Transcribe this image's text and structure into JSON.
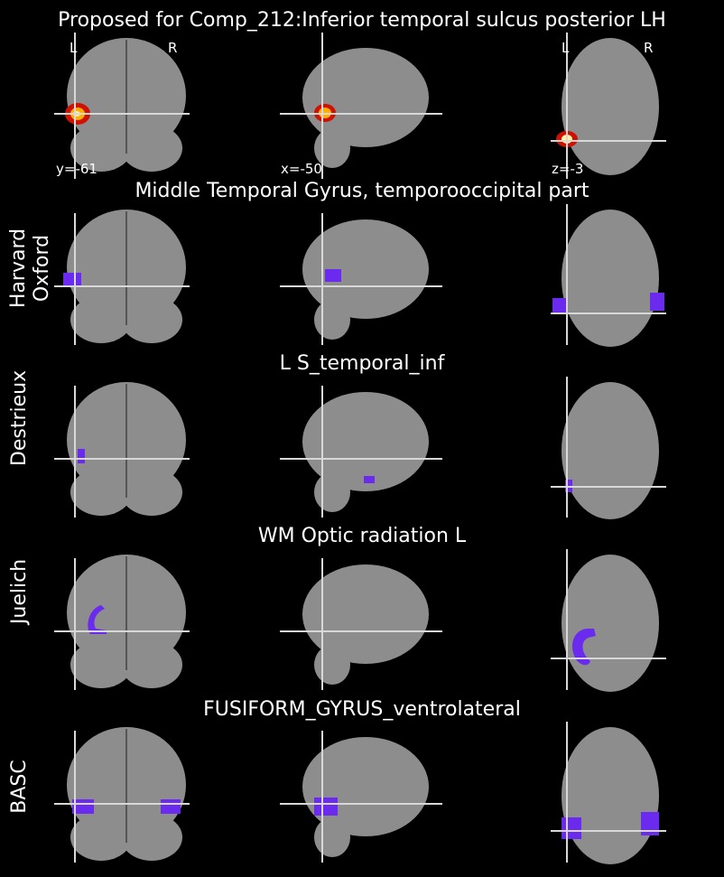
{
  "figure": {
    "title": "Proposed for Comp_212:Inferior temporal sulcus posterior LH",
    "coords": {
      "coronal": "y=-61",
      "sagittal": "x=-50",
      "axial": "z=-3"
    },
    "orient": {
      "left": "L",
      "right": "R"
    }
  },
  "rows": [
    {
      "atlas": "Harvard\nOxford",
      "region": "Middle Temporal Gyrus, temporooccipital part"
    },
    {
      "atlas": "Destrieux",
      "region": "L S_temporal_inf"
    },
    {
      "atlas": "Juelich",
      "region": "WM Optic radiation L"
    },
    {
      "atlas": "BASC",
      "region": "FUSIFORM_GYRUS_ventrolateral"
    }
  ],
  "colors": {
    "overlay_purple": "#6a2bef",
    "heat_red": "#d01000",
    "heat_yellow": "#fff2a0",
    "crosshair": "#d8d8d8",
    "brain_gray": "#8a8a8a"
  }
}
